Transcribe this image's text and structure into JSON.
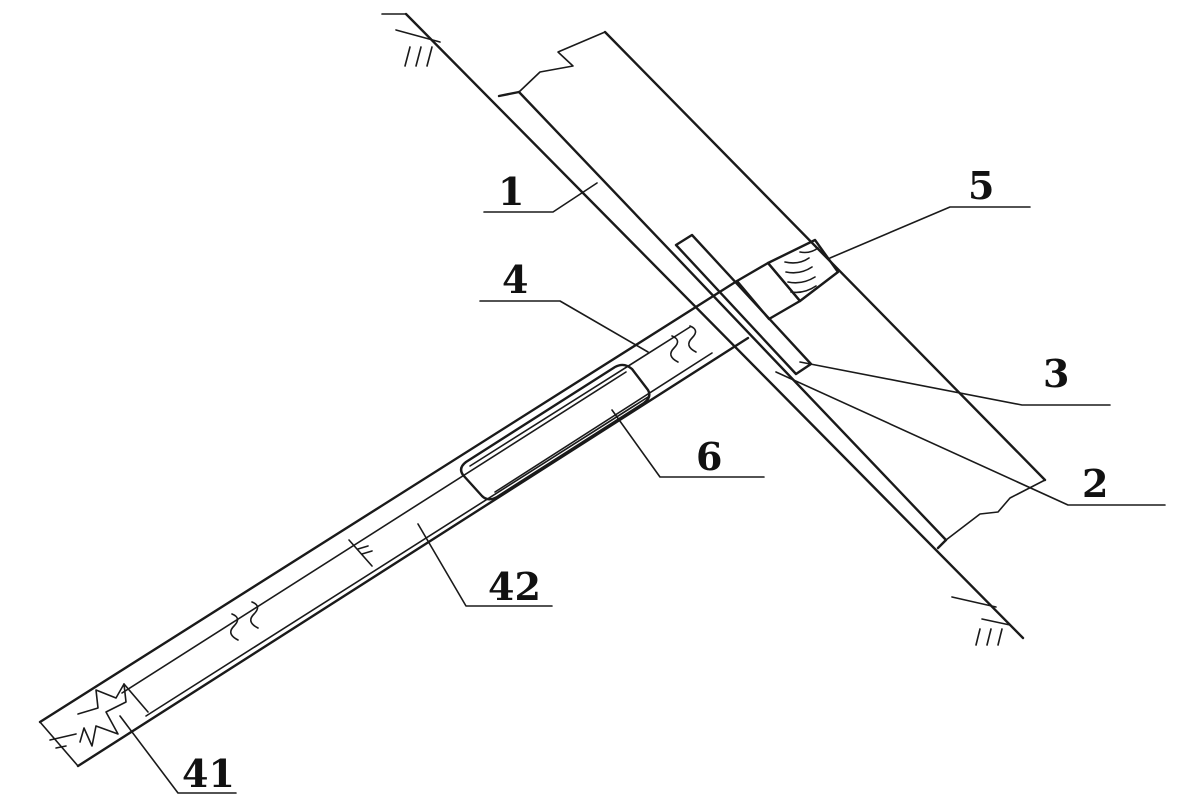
{
  "labels": [
    {
      "id": "1",
      "text": "1"
    },
    {
      "id": "2",
      "text": "2"
    },
    {
      "id": "3",
      "text": "3"
    },
    {
      "id": "4",
      "text": "4"
    },
    {
      "id": "5",
      "text": "5"
    },
    {
      "id": "6",
      "text": "6"
    },
    {
      "id": "41",
      "text": "41"
    },
    {
      "id": "42",
      "text": "42"
    }
  ]
}
